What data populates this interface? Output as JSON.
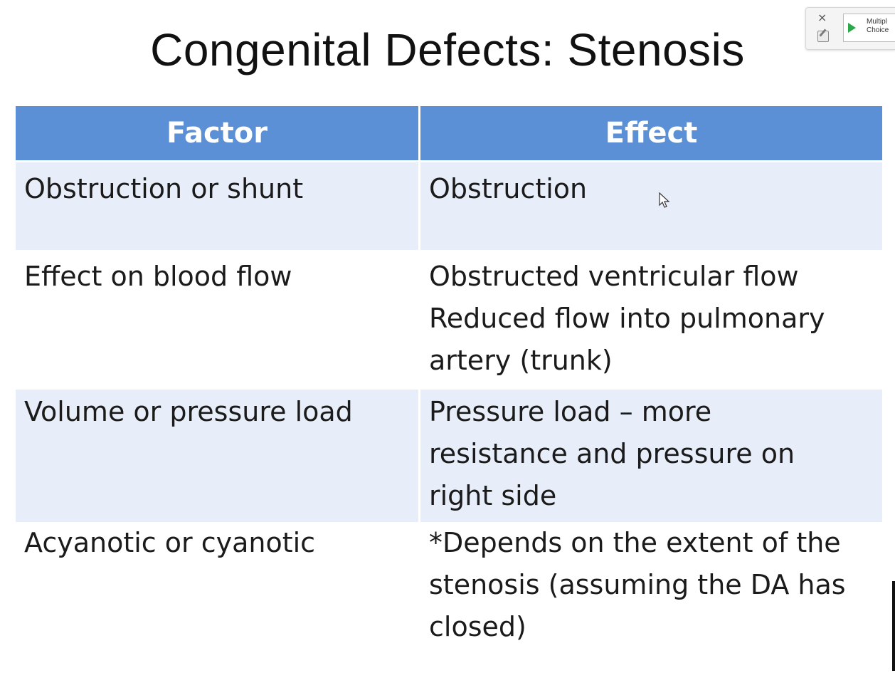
{
  "slide": {
    "title": "Congenital Defects: Stenosis"
  },
  "widget": {
    "close_icon": "×",
    "button_label_line1": "Multipl",
    "button_label_line2": "Choice"
  },
  "table": {
    "headers": [
      "Factor",
      "Effect"
    ],
    "rows": [
      {
        "factor": "Obstruction or shunt",
        "effect": [
          "Obstruction"
        ]
      },
      {
        "factor": "Effect on blood flow",
        "effect": [
          "Obstructed ventricular flow",
          "Reduced flow into pulmonary",
          "artery (trunk)"
        ]
      },
      {
        "factor": "Volume or pressure load",
        "effect": [
          "Pressure load – more",
          "resistance and pressure on",
          "right side"
        ]
      },
      {
        "factor": "Acyanotic or cyanotic",
        "effect": [
          "*Depends on the extent of the",
          "stenosis (assuming the DA has",
          "closed)"
        ]
      }
    ]
  },
  "colors": {
    "header_bg": "#5b8fd6",
    "band_bg": "#e8eef9",
    "play_icon": "#2aa84a"
  }
}
